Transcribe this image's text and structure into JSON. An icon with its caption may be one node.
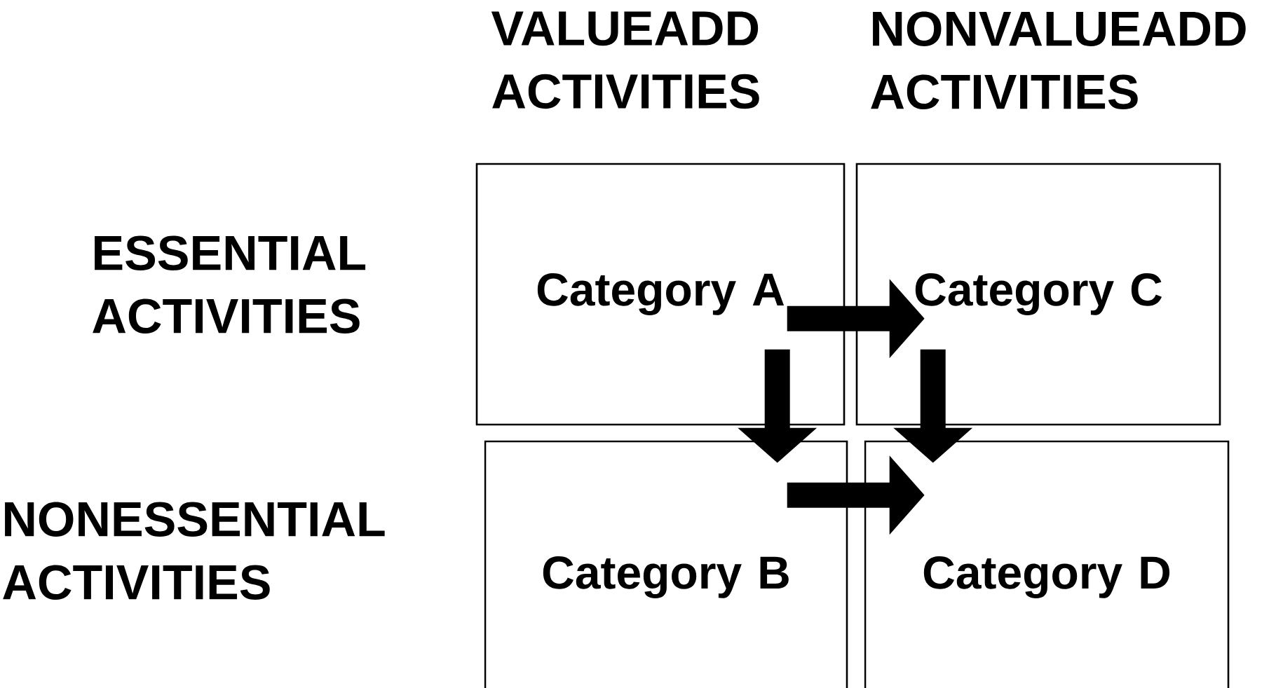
{
  "diagram": {
    "nodes": [
      {
        "text": [
          "Category A"
        ]
      },
      {
        "text": [
          "Category C"
        ]
      },
      {
        "text": [
          "Category B"
        ]
      },
      {
        "text": [
          "Category D"
        ]
      }
    ],
    "edges": [
      {
        "from": 0,
        "to": 1,
        "arrow": "to"
      },
      {
        "from": 0,
        "to": 2,
        "arrow": "to"
      },
      {
        "from": 1,
        "to": 3,
        "arrow": "to"
      },
      {
        "from": 2,
        "to": 3,
        "arrow": "to"
      }
    ],
    "labels": [
      "VALUEADD ACTIVITIES",
      "NONVALUEADD ACTIVITIES",
      "ESSENTIAL ACTIVITIES",
      "NONESSENTIAL ACTIVITIES"
    ]
  }
}
